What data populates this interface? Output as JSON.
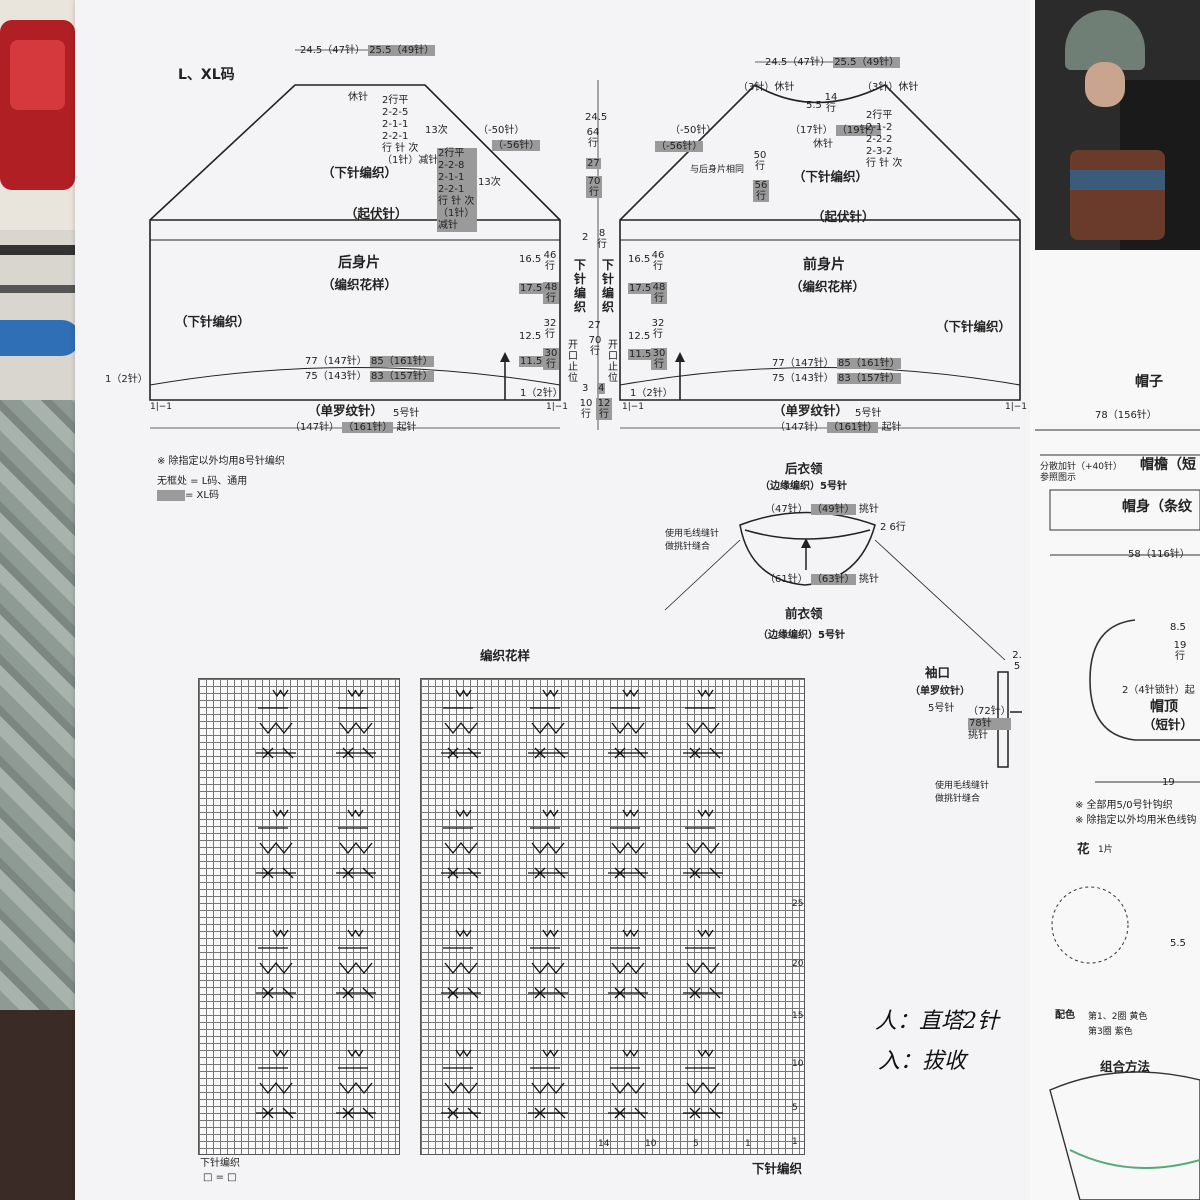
{
  "top_left_size": "L、XL码",
  "back_top_width": {
    "l": "24.5（47针）",
    "xl": "25.5（49针）"
  },
  "front_top_width": {
    "l": "24.5（47针）",
    "xl": "25.5（49针）"
  },
  "back": {
    "rest": "休针",
    "dec_l": [
      "2行平",
      "2-2-5",
      "2-1-1",
      "2-2-1",
      "行 针 次",
      "（1针）减针"
    ],
    "dec_l_times": "13次",
    "dec_xl": [
      "2行平",
      "2-2-8",
      "2-1-1",
      "2-2-1",
      "行 针 次",
      "（1针）减针"
    ],
    "dec_xl_times": "13次",
    "sts_l": "（-50针）",
    "sts_xl": "（-56针）",
    "yoke_label": "（下针编织）",
    "garter": "（起伏针）",
    "name": "后身片",
    "pattern": "（编织花样）",
    "side": "（下针编织）",
    "w77": "77（147针）",
    "w77xl": "85（161针）",
    "w75": "75（143针）",
    "w75xl": "83（157针）",
    "rib": "（单罗纹针）",
    "rib_needle": "5号针",
    "cast_on": "（147针）",
    "cast_on_xl": "（161针）",
    "cast_on_word": "起针",
    "edge_left": "1（2针）",
    "edge_right": "1（2针）",
    "rib_mark": "1|−1"
  },
  "front": {
    "rest_l": "（3针）休针",
    "rest_r": "（3针）休针",
    "neck_depth": "5.5",
    "neck_rows": "14行",
    "neck_sts": "（17针）",
    "neck_sts_xl": "（19针）",
    "neck_rest": "休针",
    "neck_dec": [
      "2行平",
      "2-1-2",
      "2-2-2",
      "2-3-2",
      "行 针 次"
    ],
    "sts_l": "（-50针）",
    "sts_xl": "（-56针）",
    "same_as_back": "与后身片相同",
    "yoke_label": "（下针编织）",
    "garter": "（起伏针）",
    "name": "前身片",
    "pattern": "（编织花样）",
    "side": "（下针编织）",
    "w77": "77（147针）",
    "w77xl": "85（161针）",
    "w75": "75（143针）",
    "w75xl": "83（157针）",
    "rib": "（单罗纹针）",
    "rib_needle": "5号针",
    "cast_on": "（147针）",
    "cast_on_xl": "（161针）",
    "cast_on_word": "起针",
    "edge_left": "1（2针）",
    "rib_mark": "1|−1"
  },
  "center": {
    "c24": "24.5",
    "c64": "64行",
    "c27": "27",
    "c70": "70行",
    "c50": "50行",
    "c56": "56行",
    "c2": "2",
    "c8": "8行",
    "stock": "下针编织",
    "c27b": "27",
    "c70b": "70行",
    "open": "开口止位",
    "c3": "3",
    "c4": "4",
    "c10": "10行",
    "c12": "12行",
    "l165": "16.5",
    "r46": "46行",
    "l175": "17.5",
    "r48": "48行",
    "l125": "12.5",
    "r32": "32行",
    "l115": "11.5",
    "r30": "30行"
  },
  "notes": {
    "n1": "※ 除指定以外均用8号针编织",
    "n2": "无框处 = L码、通用",
    "n3": "= XL码"
  },
  "collar": {
    "back_title": "后衣领",
    "back_sub": "（边缘编织）5号针",
    "back_sts": "（47针）",
    "back_sts_xl": "（49针）",
    "pick": "挑针",
    "side_rows": "2 6行",
    "seam1": "使用毛线缝针",
    "seam2": "做挑针缝合",
    "front_sts": "（61针）",
    "front_sts_xl": "（63针）",
    "front_title": "前衣领",
    "front_sub": "（边缘编织）5号针"
  },
  "cuff": {
    "title": "袖口",
    "sub": "（单罗纹针）",
    "needle": "5号针",
    "sts": "（72针）",
    "sts_xl": "78针",
    "pick": "挑针",
    "rows": "2.5",
    "seam1": "使用毛线缝针",
    "seam2": "做挑针缝合"
  },
  "chart": {
    "title": "编织花样",
    "row_nums": [
      "25",
      "20",
      "15",
      "10",
      "5",
      "1"
    ],
    "col_nums": [
      "14",
      "10",
      "5",
      "1"
    ],
    "legend_label": "下针编织",
    "legend_sym": "□ = □",
    "bottom_label": "下针编织"
  },
  "handwriting": {
    "line1": "人：直塔2针",
    "line2": "入：拔收"
  },
  "right_page": {
    "hat": "帽子",
    "w78": "78（156针）",
    "inc": "分散加针（+40针）参照图示",
    "brim": "帽檐（短",
    "body": "帽身（条纹",
    "w58": "58（116针）",
    "d85": "8.5",
    "d19": "19行",
    "ring": "2（4针锁针）起",
    "top": "帽顶",
    "top_sub": "（短针）",
    "w19": "19",
    "note1": "※ 全部用5/0号针钩织",
    "note2": "※ 除指定以外均用米色线钩",
    "flower": "花",
    "flower_count": "1片",
    "h55": "5.5",
    "color_label": "配色",
    "color1": "第1、2圈  黄色",
    "color2": "第3圈  紫色",
    "assemble": "组合方法"
  }
}
